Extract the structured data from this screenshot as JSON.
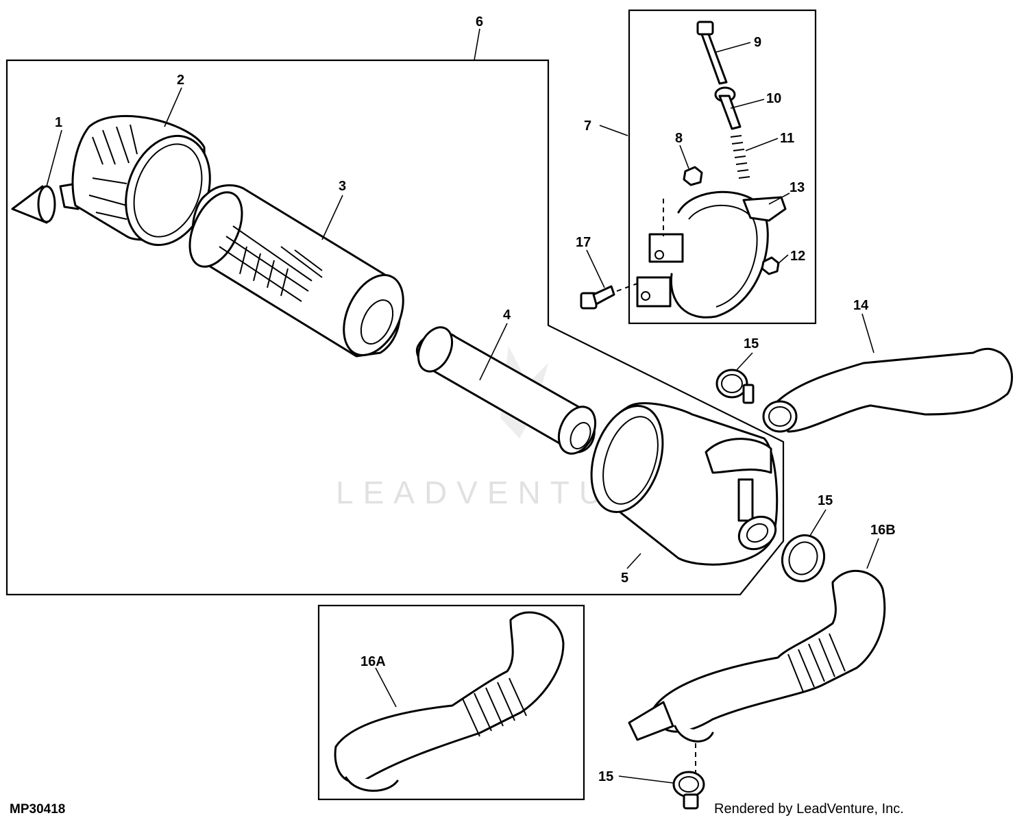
{
  "diagram": {
    "callouts": {
      "c1": "1",
      "c2": "2",
      "c3": "3",
      "c4": "4",
      "c5": "5",
      "c6": "6",
      "c7": "7",
      "c8": "8",
      "c9": "9",
      "c10": "10",
      "c11": "11",
      "c12": "12",
      "c13": "13",
      "c14": "14",
      "c15a": "15",
      "c15b": "15",
      "c15c": "15",
      "c16a": "16A",
      "c16b": "16B",
      "c17": "17"
    },
    "figure_code": "MP30418",
    "credit": "Rendered by LeadVenture, Inc.",
    "watermark": "LEADVENTURE"
  }
}
